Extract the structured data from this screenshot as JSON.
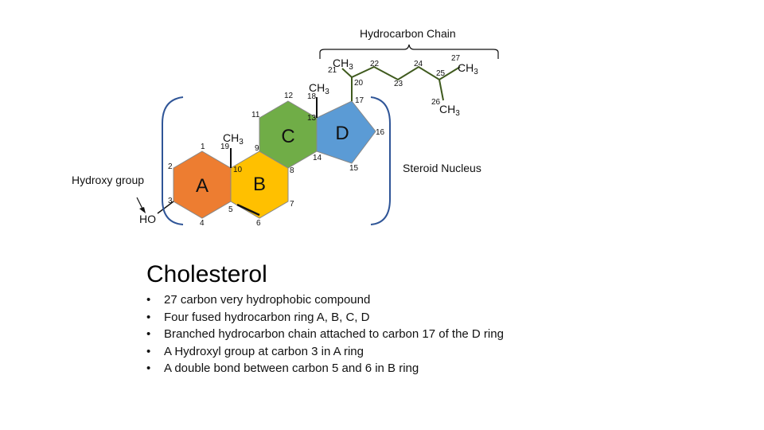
{
  "labels": {
    "hydrocarbon_chain": "Hydrocarbon Chain",
    "steroid_nucleus": "Steroid Nucleus",
    "hydroxy_group": "Hydroxy group",
    "ho": "HO",
    "ch3_main": "CH",
    "ch3_sub": "3"
  },
  "rings": {
    "a": {
      "label": "A",
      "color": "#ED7D31"
    },
    "b": {
      "label": "B",
      "color": "#FFC000"
    },
    "c": {
      "label": "C",
      "color": "#70AD47"
    },
    "d": {
      "label": "D",
      "color": "#5B9BD5"
    }
  },
  "carbon_numbers": [
    "1",
    "2",
    "3",
    "4",
    "5",
    "6",
    "7",
    "8",
    "9",
    "10",
    "11",
    "12",
    "13",
    "14",
    "15",
    "16",
    "17",
    "18",
    "19",
    "20",
    "21",
    "22",
    "23",
    "24",
    "25",
    "26",
    "27"
  ],
  "colors": {
    "chain": "#3F5A1E",
    "bracket": "#2F5597",
    "text": "#111111"
  },
  "title": "Cholesterol",
  "bullets": [
    "27 carbon very hydrophobic compound",
    "Four fused hydrocarbon ring A, B, C, D",
    "Branched hydrocarbon  chain attached to carbon 17 of the D ring",
    "A Hydroxyl group at carbon 3 in A ring",
    "A double bond between carbon 5 and 6 in B ring"
  ]
}
